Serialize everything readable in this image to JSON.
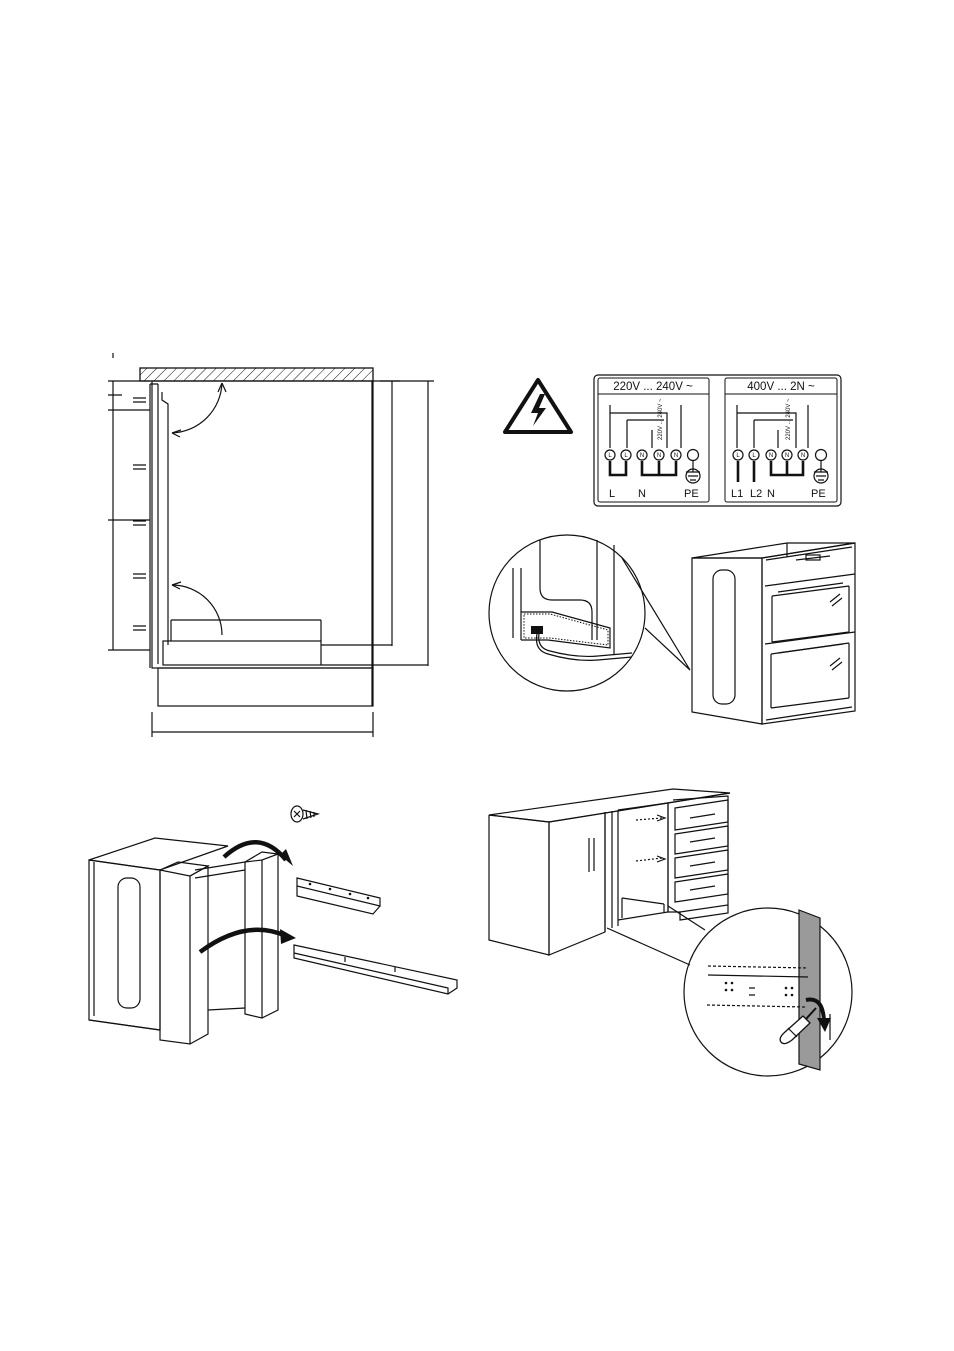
{
  "wiring": {
    "single_phase": {
      "header": "220V ... 240V ~",
      "vertical_label": "220V ... 240V ~",
      "terminals": [
        "L",
        "L",
        "N",
        "N",
        "N"
      ],
      "bottom_labels": [
        "L",
        "N",
        "PE"
      ]
    },
    "three_phase": {
      "header": "400V ... 2N ~",
      "vertical_label": "220V ... 240V ~",
      "terminals": [
        "L",
        "L",
        "N",
        "N",
        "N"
      ],
      "bottom_labels": [
        "L1",
        "L2",
        "N",
        "PE"
      ]
    }
  },
  "icons": {
    "warning": "high-voltage-warning-icon",
    "earth": "earth-ground-icon",
    "screw": "screw-icon",
    "screwdriver": "screwdriver-icon"
  }
}
